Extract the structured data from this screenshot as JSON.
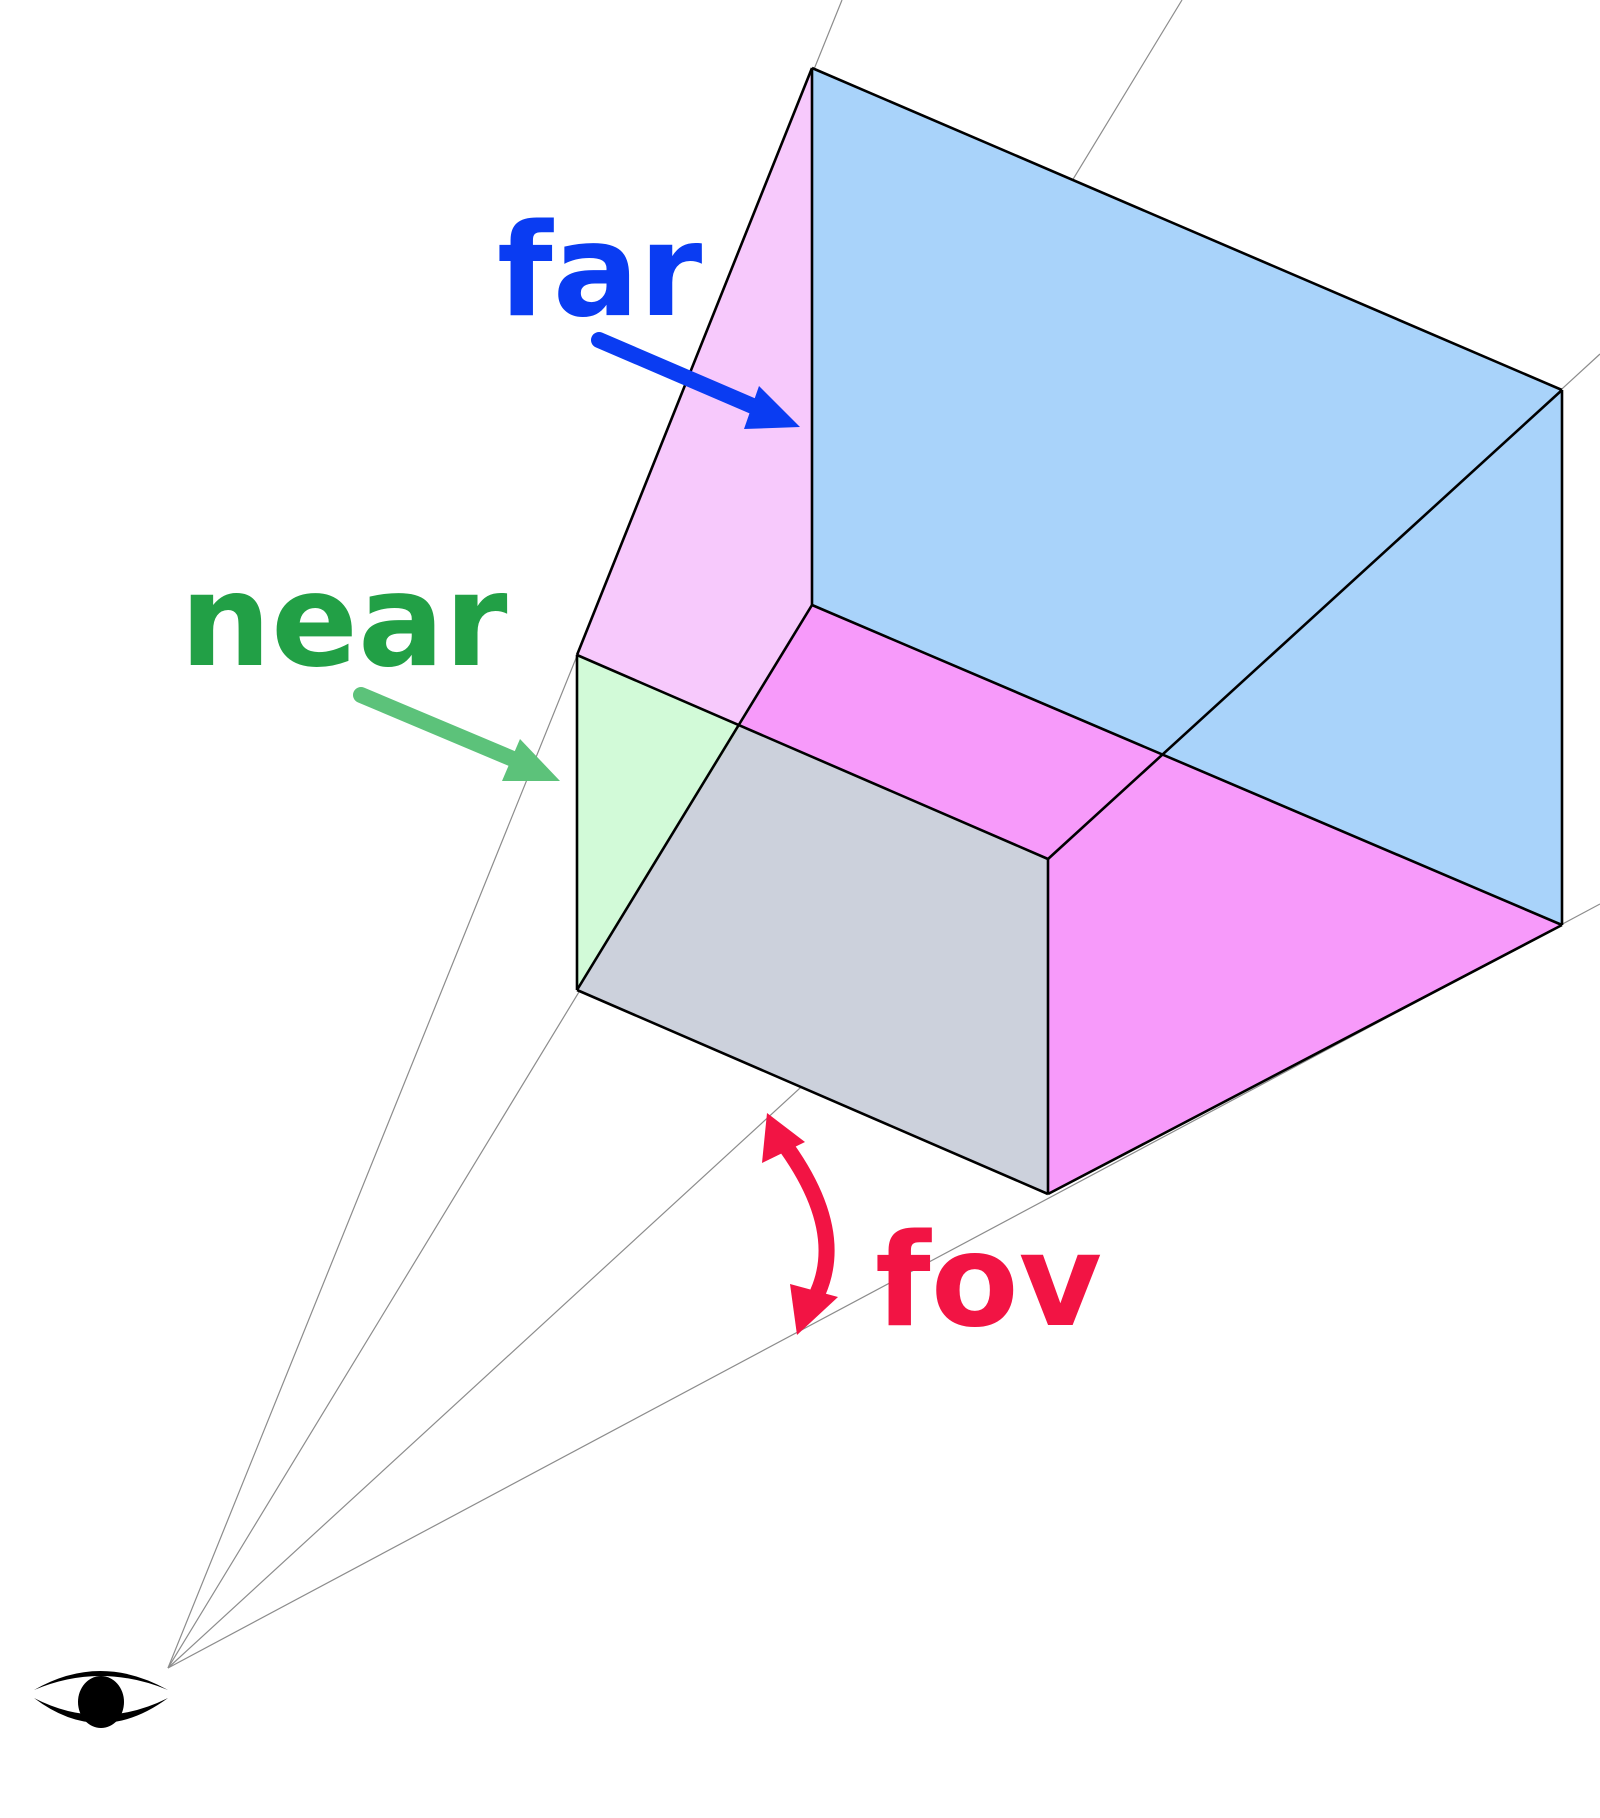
{
  "labels": {
    "far": "far",
    "near": "near",
    "fov": "fov"
  },
  "colors": {
    "far_label": "#0a3cf2",
    "near_label": "#22a046",
    "near_arrow": "#5cc27a",
    "fov_label": "#f21444",
    "far_plane_fill": "#a9d3fa",
    "side_top_fill": "#f7c9fc",
    "side_bottom_fill": "#f79afa",
    "near_side_fill": "#d2fad8",
    "near_plane_fill": "#ccd1dc",
    "edge": "#000000",
    "ray": "#8c8c8c",
    "eye": "#000000"
  },
  "icons": {
    "eye": "eye-icon"
  }
}
